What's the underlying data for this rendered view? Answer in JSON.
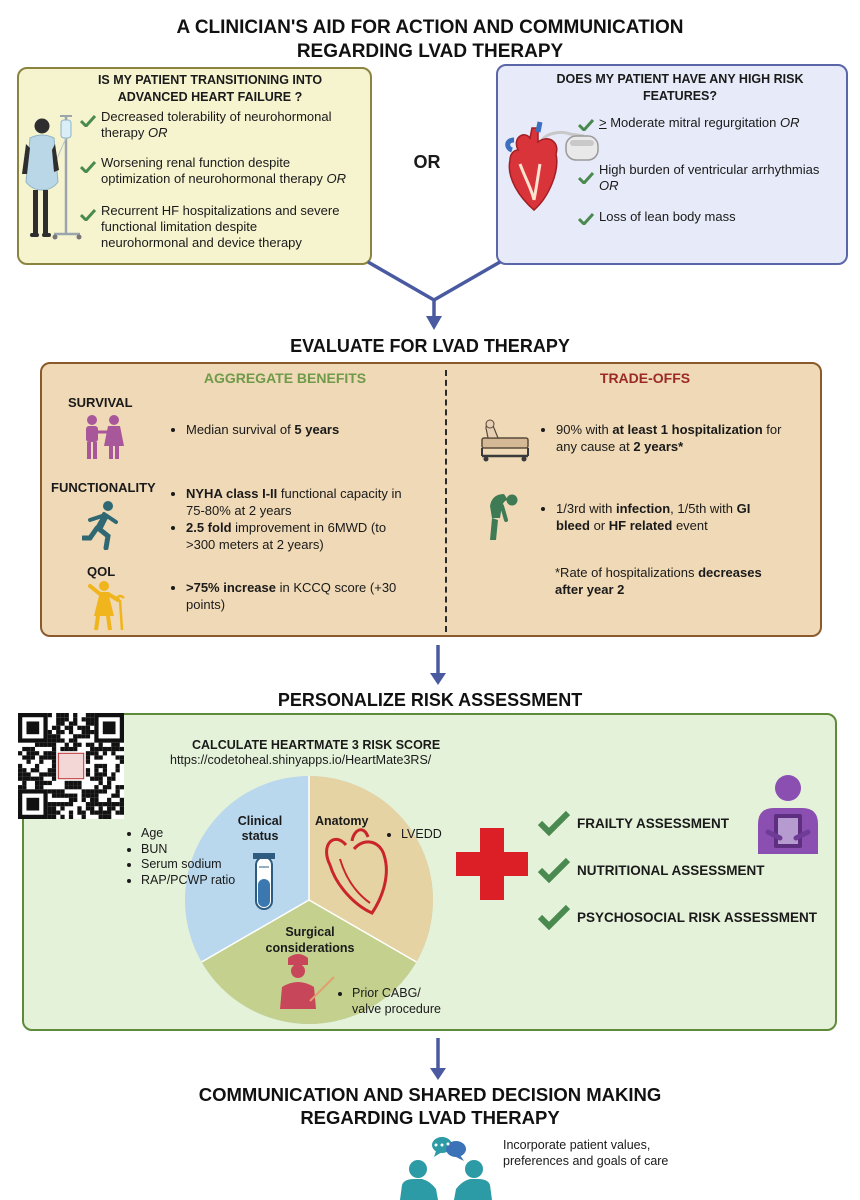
{
  "header": {
    "title_line1": "A CLINICIAN'S AID FOR ACTION AND COMMUNICATION",
    "title_line2": "REGARDING LVAD THERAPY"
  },
  "left_box": {
    "title_line1": "IS MY PATIENT TRANSITIONING INTO",
    "title_line2": "ADVANCED HEART FAILURE ?",
    "items": [
      {
        "line1": "Decreased tolerability of neurohormonal",
        "line2": "therapy ",
        "or": "OR"
      },
      {
        "line1": "Worsening renal function despite",
        "line2": "optimization of neurohormonal therapy ",
        "or": "OR"
      },
      {
        "line1": "Recurrent HF hospitalizations and severe",
        "line2": "functional limitation despite",
        "line3": "neurohormonal and device therapy"
      }
    ]
  },
  "or_label": "OR",
  "right_box": {
    "title_line1": "DOES MY PATIENT HAVE ANY HIGH RISK",
    "title_line2": "FEATURES?",
    "items": [
      {
        "symbol": ">",
        "text": " Moderate mitral regurgitation ",
        "or": "OR"
      },
      {
        "line1": "High burden of ventricular arrhythmias",
        "or": "OR"
      },
      {
        "line1": "Loss of lean body mass"
      }
    ]
  },
  "evaluate": {
    "title": "EVALUATE FOR LVAD THERAPY",
    "benefits_head": "AGGREGATE BENEFITS",
    "tradeoffs_head": "TRADE-OFFS",
    "survival_label": "SURVIVAL",
    "survival_text": "Median survival of ",
    "survival_bold": "5 years",
    "functionality_label": "FUNCTIONALITY",
    "func_1_bold": "NYHA class I-II",
    "func_1_rest": " functional capacity in",
    "func_1_line2": "75-80% at 2 years",
    "func_2_bold": "2.5 fold",
    "func_2_rest": " improvement in 6MWD (to",
    "func_2_line2": ">300 meters at 2 years)",
    "qol_label": "QOL",
    "qol_bold": ">75% increase",
    "qol_rest": " in KCCQ score (+30",
    "qol_line2": "points)",
    "trade_1_a": "90% with ",
    "trade_1_bold": "at least 1 hospitalization",
    "trade_1_b": " for",
    "trade_1_line2a": "any cause at ",
    "trade_1_line2b": "2 years*",
    "trade_2_a": "1/3rd with ",
    "trade_2_bold1": "infection",
    "trade_2_b": ", 1/5th with ",
    "trade_2_bold2": "GI",
    "trade_2_line2_bold": "bleed",
    "trade_2_line2_a": " or ",
    "trade_2_line2_bold2": "HF related",
    "trade_2_line2_b": " event",
    "note_a": "*Rate of hospitalizations ",
    "note_bold": "decreases",
    "note_line2": "after year 2"
  },
  "personalize": {
    "title": "PERSONALIZE RISK ASSESSMENT",
    "calc_title": "CALCULATE HEARTMATE 3 RISK SCORE",
    "calc_url": "https://codetoheal.shinyapps.io/HeartMate3RS/",
    "clinical_label_1": "Clinical",
    "clinical_label_2": "status",
    "clinical_items": [
      "Age",
      "BUN",
      "Serum sodium",
      "RAP/PCWP ratio"
    ],
    "anatomy_label": "Anatomy",
    "anatomy_items": [
      "LVEDD"
    ],
    "surgical_label_1": "Surgical",
    "surgical_label_2": "considerations",
    "surgical_line1": "Prior CABG/",
    "surgical_line2": "valve procedure",
    "assessments": [
      "FRAILTY ASSESSMENT",
      "NUTRITIONAL ASSESSMENT",
      "PSYCHOSOCIAL RISK ASSESSMENT"
    ]
  },
  "communication": {
    "title_line1": "COMMUNICATION AND SHARED DECISION MAKING",
    "title_line2": "REGARDING LVAD THERAPY",
    "text_line1": "Incorporate patient values,",
    "text_line2": "preferences and goals of care"
  },
  "colors": {
    "left_box_bg": "#f6f3cf",
    "left_box_border": "#8a8440",
    "right_box_bg": "#e7eaf8",
    "right_box_border": "#5a66a8",
    "evaluate_bg": "#efd9b6",
    "evaluate_border": "#8a5a2b",
    "benefits_head": "#6e9a4a",
    "tradeoffs_head": "#9b2a26",
    "personalize_bg": "#e5f2da",
    "personalize_border": "#5f8a3a",
    "arrow": "#4a5aa0",
    "check": "#4a8a50",
    "cross": "#dc1f26"
  }
}
